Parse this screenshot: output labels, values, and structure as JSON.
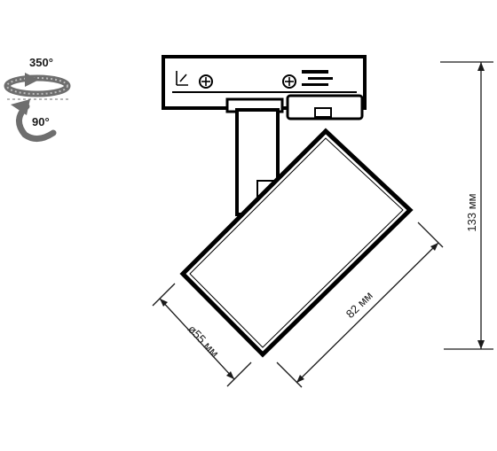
{
  "rotation": {
    "horizontal_label": "350°",
    "vertical_label": "90°",
    "arrow_color": "#6e6e6e"
  },
  "dimensions": {
    "height_label": "133 мм",
    "length_label": "82 мм",
    "diameter_label": "ø55 мм"
  },
  "colors": {
    "outline": "#000000",
    "fill": "#ffffff",
    "dimension_line": "#1a1a1a"
  }
}
